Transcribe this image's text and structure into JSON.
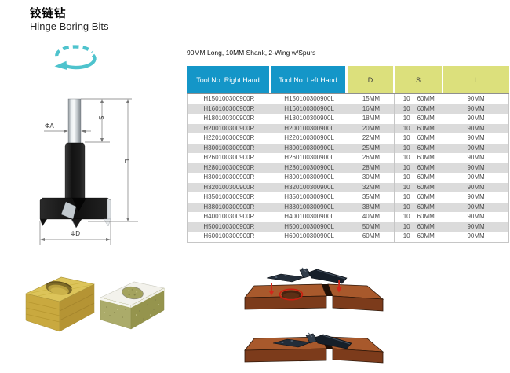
{
  "header": {
    "title_zh": "铰链钻",
    "title_en": "Hinge Boring Bits"
  },
  "product": {
    "spec_note": "90MM Long, 10MM Shank, 2-Wing w/Spurs"
  },
  "diagram": {
    "labels": {
      "shank_diameter": "ΦA",
      "shank_length": "S",
      "overall_length": "L",
      "cutting_diameter": "ΦD"
    }
  },
  "table": {
    "columns": [
      "Tool No. Right Hand",
      "Tool No. Left Hand",
      "D",
      "S",
      "L"
    ],
    "rows": [
      {
        "right": "H150100300900R",
        "left": "H150100300900L",
        "d": "15MM",
        "s_shank": "10",
        "s_len": "60MM",
        "l": "90MM"
      },
      {
        "right": "H160100300900R",
        "left": "H160100300900L",
        "d": "16MM",
        "s_shank": "10",
        "s_len": "60MM",
        "l": "90MM"
      },
      {
        "right": "H180100300900R",
        "left": "H180100300900L",
        "d": "18MM",
        "s_shank": "10",
        "s_len": "60MM",
        "l": "90MM"
      },
      {
        "right": "H200100300900R",
        "left": "H200100300900L",
        "d": "20MM",
        "s_shank": "10",
        "s_len": "60MM",
        "l": "90MM"
      },
      {
        "right": "H220100300900R",
        "left": "H220100300900L",
        "d": "22MM",
        "s_shank": "10",
        "s_len": "60MM",
        "l": "90MM"
      },
      {
        "right": "H300100300900R",
        "left": "H300100300900L",
        "d": "25MM",
        "s_shank": "10",
        "s_len": "60MM",
        "l": "90MM"
      },
      {
        "right": "H260100300900R",
        "left": "H260100300900L",
        "d": "26MM",
        "s_shank": "10",
        "s_len": "60MM",
        "l": "90MM"
      },
      {
        "right": "H280100300900R",
        "left": "H280100300900L",
        "d": "28MM",
        "s_shank": "10",
        "s_len": "60MM",
        "l": "90MM"
      },
      {
        "right": "H300100300900R",
        "left": "H300100300900L",
        "d": "30MM",
        "s_shank": "10",
        "s_len": "60MM",
        "l": "90MM"
      },
      {
        "right": "H320100300900R",
        "left": "H320100300900L",
        "d": "32MM",
        "s_shank": "10",
        "s_len": "60MM",
        "l": "90MM"
      },
      {
        "right": "H350100300900R",
        "left": "H350100300900L",
        "d": "35MM",
        "s_shank": "10",
        "s_len": "60MM",
        "l": "90MM"
      },
      {
        "right": "H380100300900R",
        "left": "H380100300900L",
        "d": "38MM",
        "s_shank": "10",
        "s_len": "60MM",
        "l": "90MM"
      },
      {
        "right": "H400100300900R",
        "left": "H400100300900L",
        "d": "40MM",
        "s_shank": "10",
        "s_len": "60MM",
        "l": "90MM"
      },
      {
        "right": "H500100300900R",
        "left": "H500100300900L",
        "d": "50MM",
        "s_shank": "10",
        "s_len": "60MM",
        "l": "90MM"
      },
      {
        "right": "H600100300900R",
        "left": "H600100300900L",
        "d": "60MM",
        "s_shank": "10",
        "s_len": "60MM",
        "l": "90MM"
      }
    ]
  },
  "colors": {
    "header_blue": "#1496C8",
    "header_yellow": "#DCE07C",
    "row_alt_gray": "#DBDBDB",
    "accent_teal": "#4EC3CD",
    "highlight_red": "#D3261A",
    "panel_brown": "#A8592C"
  },
  "icons": {
    "rotation": "rotation-arrow-icon"
  },
  "illustrations": {
    "left_block": "wood-block-with-flat-bottom-hole",
    "right_block": "laminated-particle-board-with-through-hole",
    "hinge_top": "hinge-aligned-above-bored-panels",
    "hinge_bottom": "hinge-installed-on-panels"
  }
}
